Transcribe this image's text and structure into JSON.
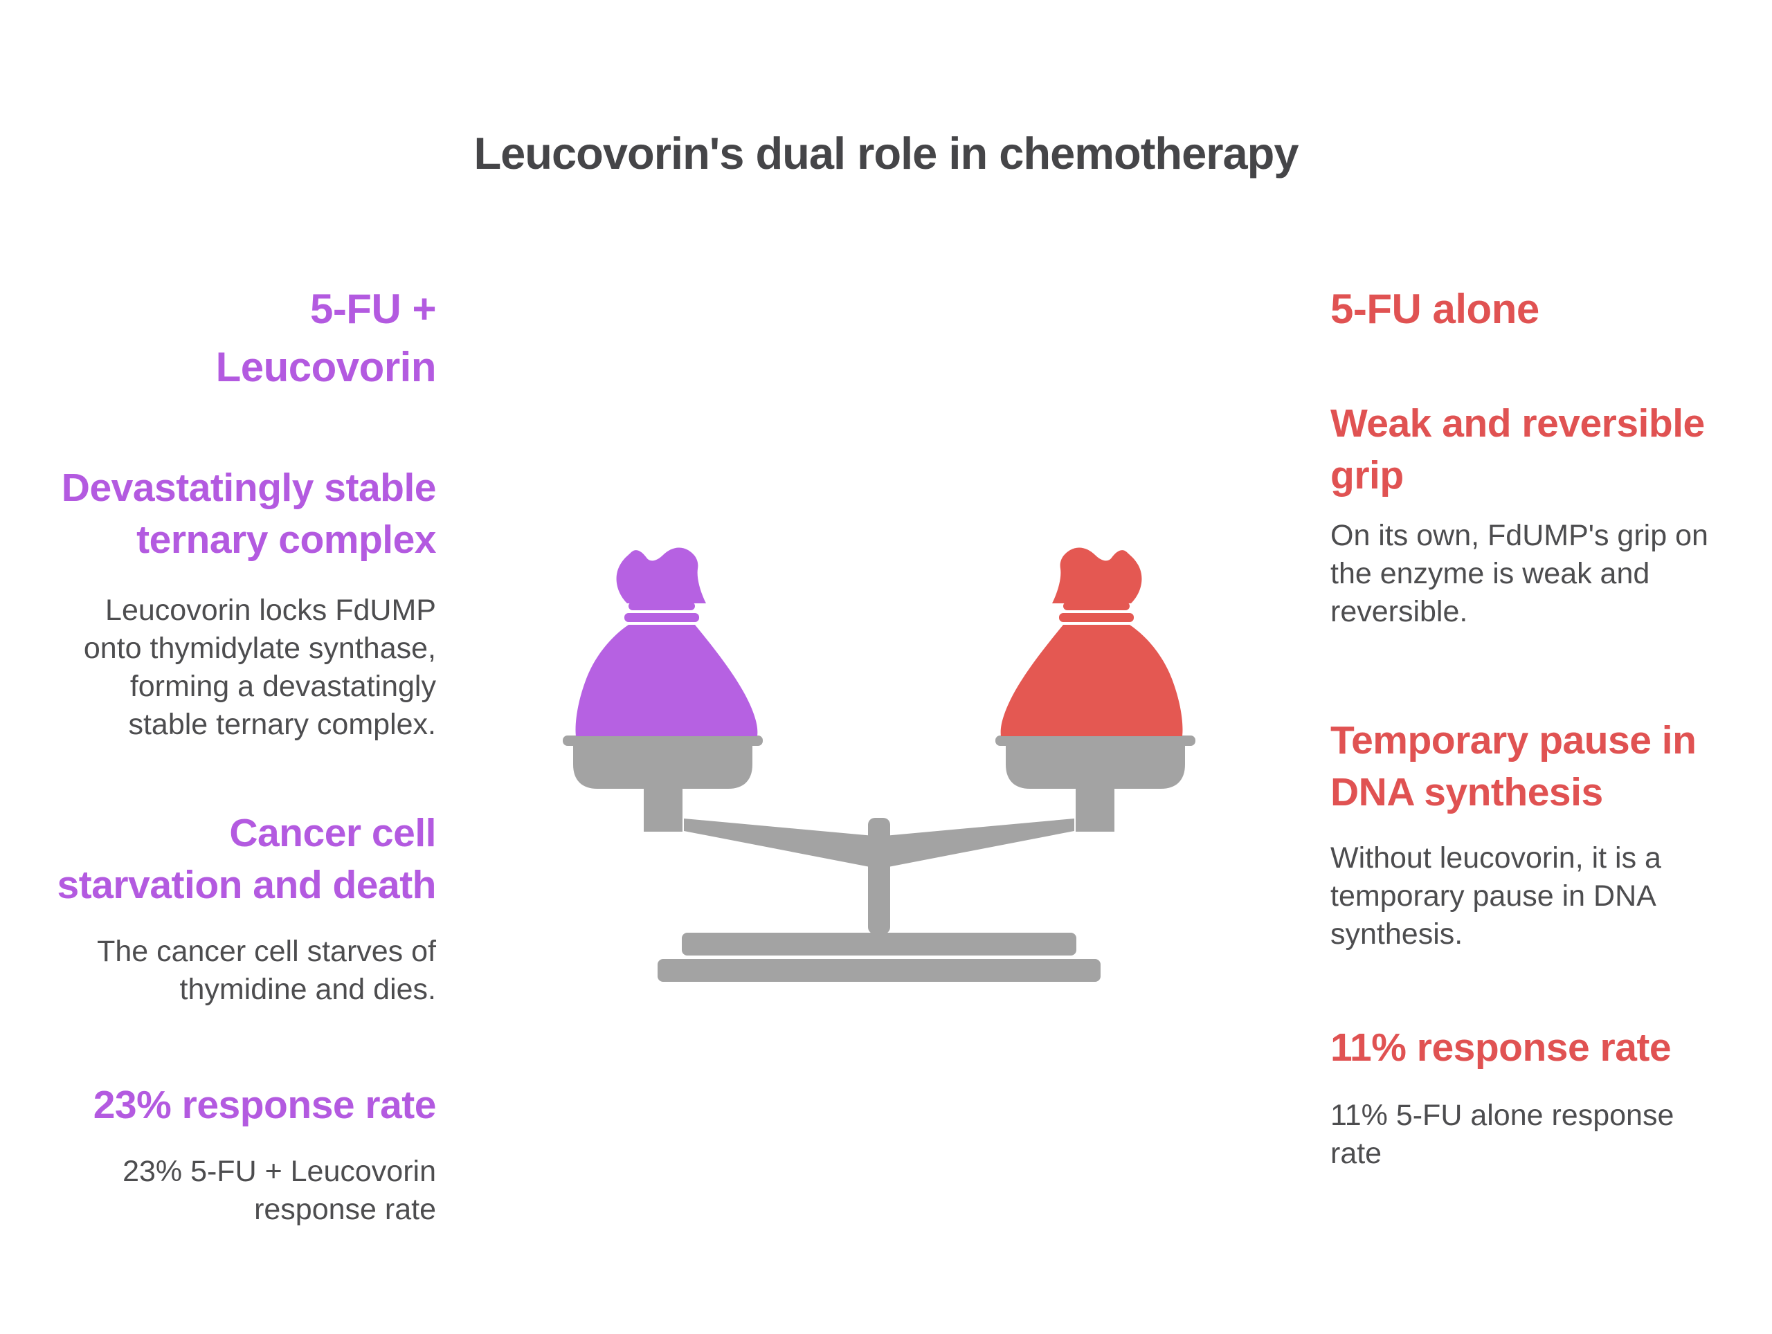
{
  "title": "Leucovorin's dual role in chemotherapy",
  "colors": {
    "title_text": "#454548",
    "body_text": "#4d4d4f",
    "purple_heading": "#b35ae0",
    "purple_bag": "#b661e2",
    "red_heading": "#e05252",
    "red_bag": "#e45852",
    "scale_gray": "#a3a3a3",
    "background": "#ffffff"
  },
  "left_column": {
    "title": "5-FU +\nLeucovorin",
    "sections": [
      {
        "heading": "Devastatingly stable\nternary complex",
        "body": "Leucovorin locks FdUMP\nonto thymidylate synthase,\nforming a devastatingly\nstable ternary complex."
      },
      {
        "heading": "Cancer cell\nstarvation and death",
        "body": "The cancer cell starves of\nthymidine and dies."
      },
      {
        "heading": "23% response rate",
        "body": "23% 5-FU + Leucovorin\nresponse rate"
      }
    ]
  },
  "right_column": {
    "title": "5-FU alone",
    "sections": [
      {
        "heading": "Weak and reversible\ngrip",
        "body": "On its own, FdUMP's grip on\nthe enzyme is weak and\nreversible."
      },
      {
        "heading": "Temporary pause in\nDNA synthesis",
        "body": "Without leucovorin, it is a\ntemporary pause in DNA\nsynthesis."
      },
      {
        "heading": "11% response rate",
        "body": "11% 5-FU alone response\nrate"
      }
    ]
  },
  "illustration": {
    "type": "balance-scale",
    "left_bag_color_meaning": "5-FU + Leucovorin",
    "right_bag_color_meaning": "5-FU alone"
  }
}
